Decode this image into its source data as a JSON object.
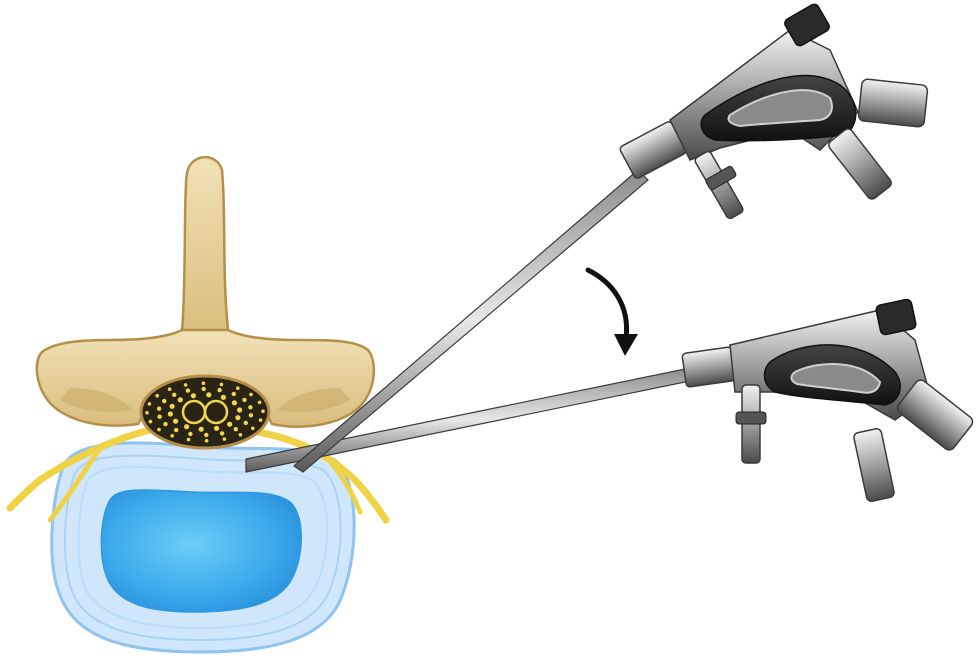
{
  "figure": {
    "subject": "vertebra-cross-section-with-two-endoscope-positions",
    "parts": {
      "vertebra": "vertebra",
      "spinal_canal": "spinal-canal",
      "nerve_roots": "nerve-roots",
      "intervertebral_disc": "intervertebral-disc",
      "nucleus": "nucleus-pulposus",
      "endoscope_upper": "endoscope-initial-position",
      "endoscope_lower": "endoscope-rotated-position",
      "rotation_arrow": "rotation-arrow"
    },
    "colors": {
      "bone": "#e9d6a3",
      "bone_shadow": "#c9a866",
      "bone_outline": "#b58f4a",
      "canal": "#2a2416",
      "dura_dots": "#f2d64e",
      "nerve": "#f0d247",
      "annulus": "#cfe6fb",
      "annulus_edge": "#8fc3f0",
      "nucleus": "#47b5f0",
      "metal_light": "#e6e6e6",
      "metal_mid": "#9b9b9b",
      "metal_dark": "#3a3a3a",
      "grip": "#222222",
      "arrow": "#111111"
    }
  }
}
